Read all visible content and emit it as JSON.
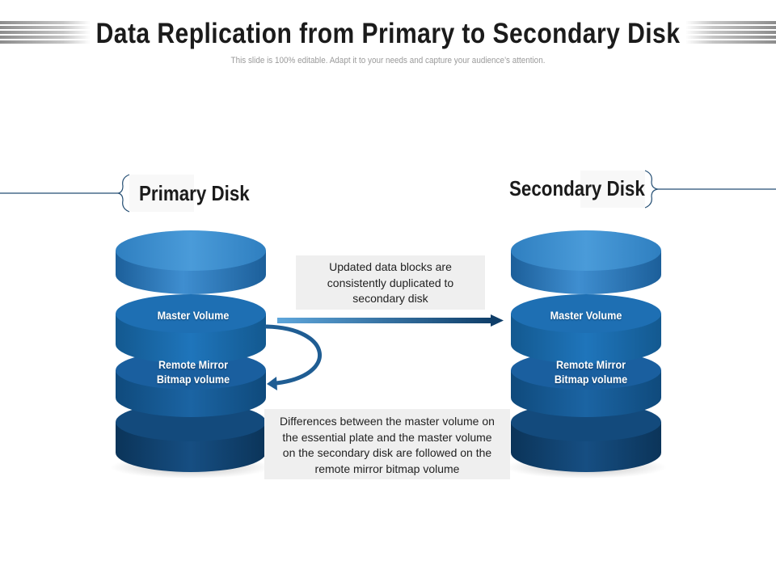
{
  "slide": {
    "title": "Data Replication from Primary to Secondary Disk",
    "subtitle": "This slide is 100% editable. Adapt it to your needs and capture your audience’s attention."
  },
  "primary": {
    "label": "Primary Disk",
    "master_volume": "Master Volume",
    "remote_mirror_line1": "Remote Mirror",
    "remote_mirror_line2": "Bitmap volume"
  },
  "secondary": {
    "label": "Secondary Disk",
    "master_volume": "Master Volume",
    "remote_mirror_line1": "Remote Mirror",
    "remote_mirror_line2": "Bitmap volume"
  },
  "notes": {
    "replication": [
      "Updated data blocks are",
      "consistently duplicated to",
      "secondary disk"
    ],
    "differences": [
      "Differences between the master volume on",
      "the essential plate and the master volume",
      "on the secondary disk are followed on the",
      "remote mirror bitmap volume"
    ]
  },
  "colors": {
    "disk_top": "#3d8fcf",
    "disk_light": "#2d7cc0",
    "disk_mid": "#1a5f9f",
    "disk_dark": "#0f3e69",
    "arrow": "#1f5d93",
    "connector": "#244e73"
  }
}
